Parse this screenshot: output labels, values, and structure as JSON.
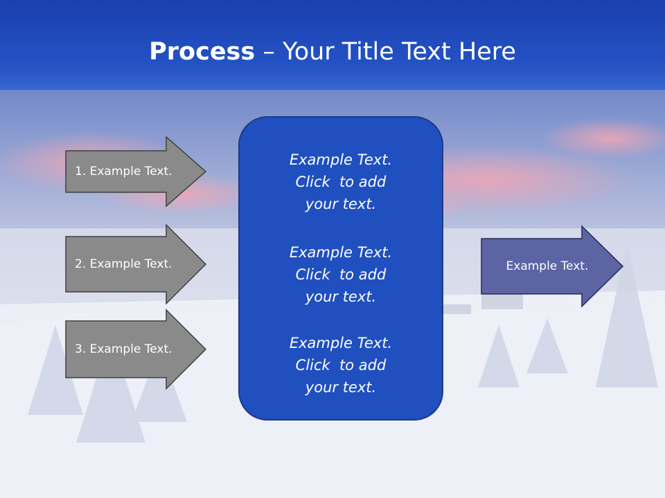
{
  "slide": {
    "title_bold": "Process",
    "title_rest": " – Your Title Text Here",
    "left_steps": [
      {
        "label": "1. Example Text."
      },
      {
        "label": "2. Example Text."
      },
      {
        "label": "3. Example Text."
      }
    ],
    "center_box": {
      "paragraphs": [
        {
          "lines": [
            "Example Text.",
            "Click  to add",
            "your text."
          ]
        },
        {
          "lines": [
            "Example Text.",
            "Click  to add",
            "your text."
          ]
        },
        {
          "lines": [
            "Example Text.",
            "Click  to add",
            "your text."
          ]
        }
      ]
    },
    "result": {
      "label": "Example Text."
    }
  },
  "colors": {
    "title_band": "#1f46b8",
    "step_arrow_fill": "#8a8a8a",
    "center_box_fill": "#2050bf",
    "result_arrow_fill": "#5d64a4"
  }
}
